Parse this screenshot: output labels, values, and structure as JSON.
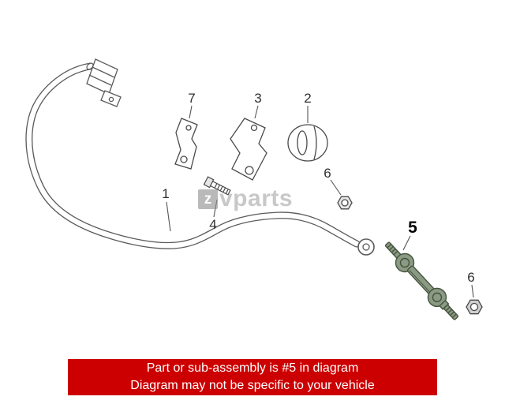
{
  "watermark": {
    "logo_letter": "z",
    "wordmark": "vparts"
  },
  "diagram": {
    "callouts": {
      "c1": "1",
      "c2": "2",
      "c3": "3",
      "c4": "4",
      "c5": "5",
      "c6a": "6",
      "c6b": "6",
      "c7": "7"
    },
    "highlighted_part": "5",
    "highlight_color": "#8a9a83",
    "highlight_stroke": "#46543f",
    "line_color": "#5a5a5a"
  },
  "banner": {
    "line1": "Part or sub-assembly is #5 in diagram",
    "line2": "Diagram may not be specific to your vehicle",
    "background_color": "#cc0000",
    "text_color": "#ffffff"
  }
}
